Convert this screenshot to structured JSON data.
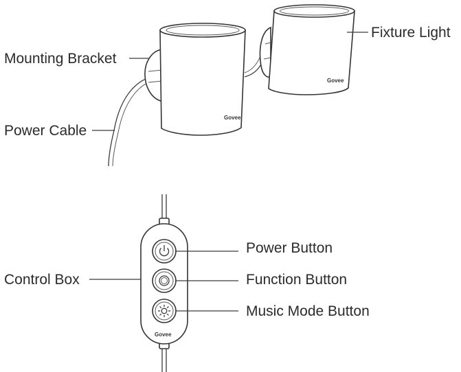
{
  "labels": {
    "mounting_bracket": "Mounting Bracket",
    "fixture_light": "Fixture Light",
    "power_cable": "Power Cable",
    "control_box": "Control Box",
    "power_button": "Power Button",
    "function_button": "Function Button",
    "music_mode_button": "Music Mode Button"
  },
  "brand": {
    "logo_text": "Govee"
  },
  "icons": {
    "power_button": "power-icon",
    "function_button": "ring-icon",
    "music_mode_button": "sun-icon"
  },
  "colors": {
    "line": "#333333",
    "background": "#ffffff",
    "text": "#2b2b2b"
  }
}
